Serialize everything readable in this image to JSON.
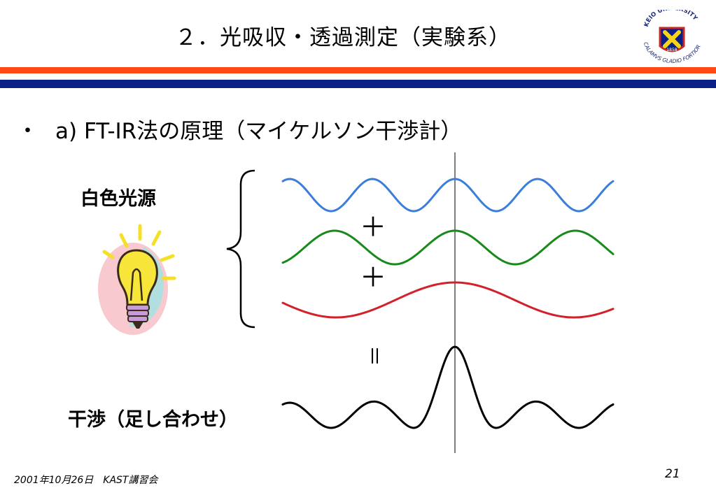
{
  "slide": {
    "title": "２．光吸収・透過測定（実験系）",
    "bullet_marker": "・",
    "bullet_text": "a) FT-IR法の原理（マイケルソン干渉計）",
    "label_source": "白色光源",
    "label_interference": "干渉（足し合わせ）",
    "plus_1": "＋",
    "plus_2": "＋",
    "equals": "＝",
    "footer_left": "2001年10月26日　KAST講習会",
    "page_number": "21"
  },
  "logo": {
    "top_text": "KEIO UNIVERSITY",
    "motto": "CALAMVS GLADIO FORTIOR",
    "year": "1858"
  },
  "colors": {
    "stripe_orange": "#ff4a14",
    "stripe_navy": "#0b1f86",
    "wave_blue": "#3b7ddb",
    "wave_green": "#168a1a",
    "wave_red": "#d4202a",
    "wave_black": "#000000"
  }
}
